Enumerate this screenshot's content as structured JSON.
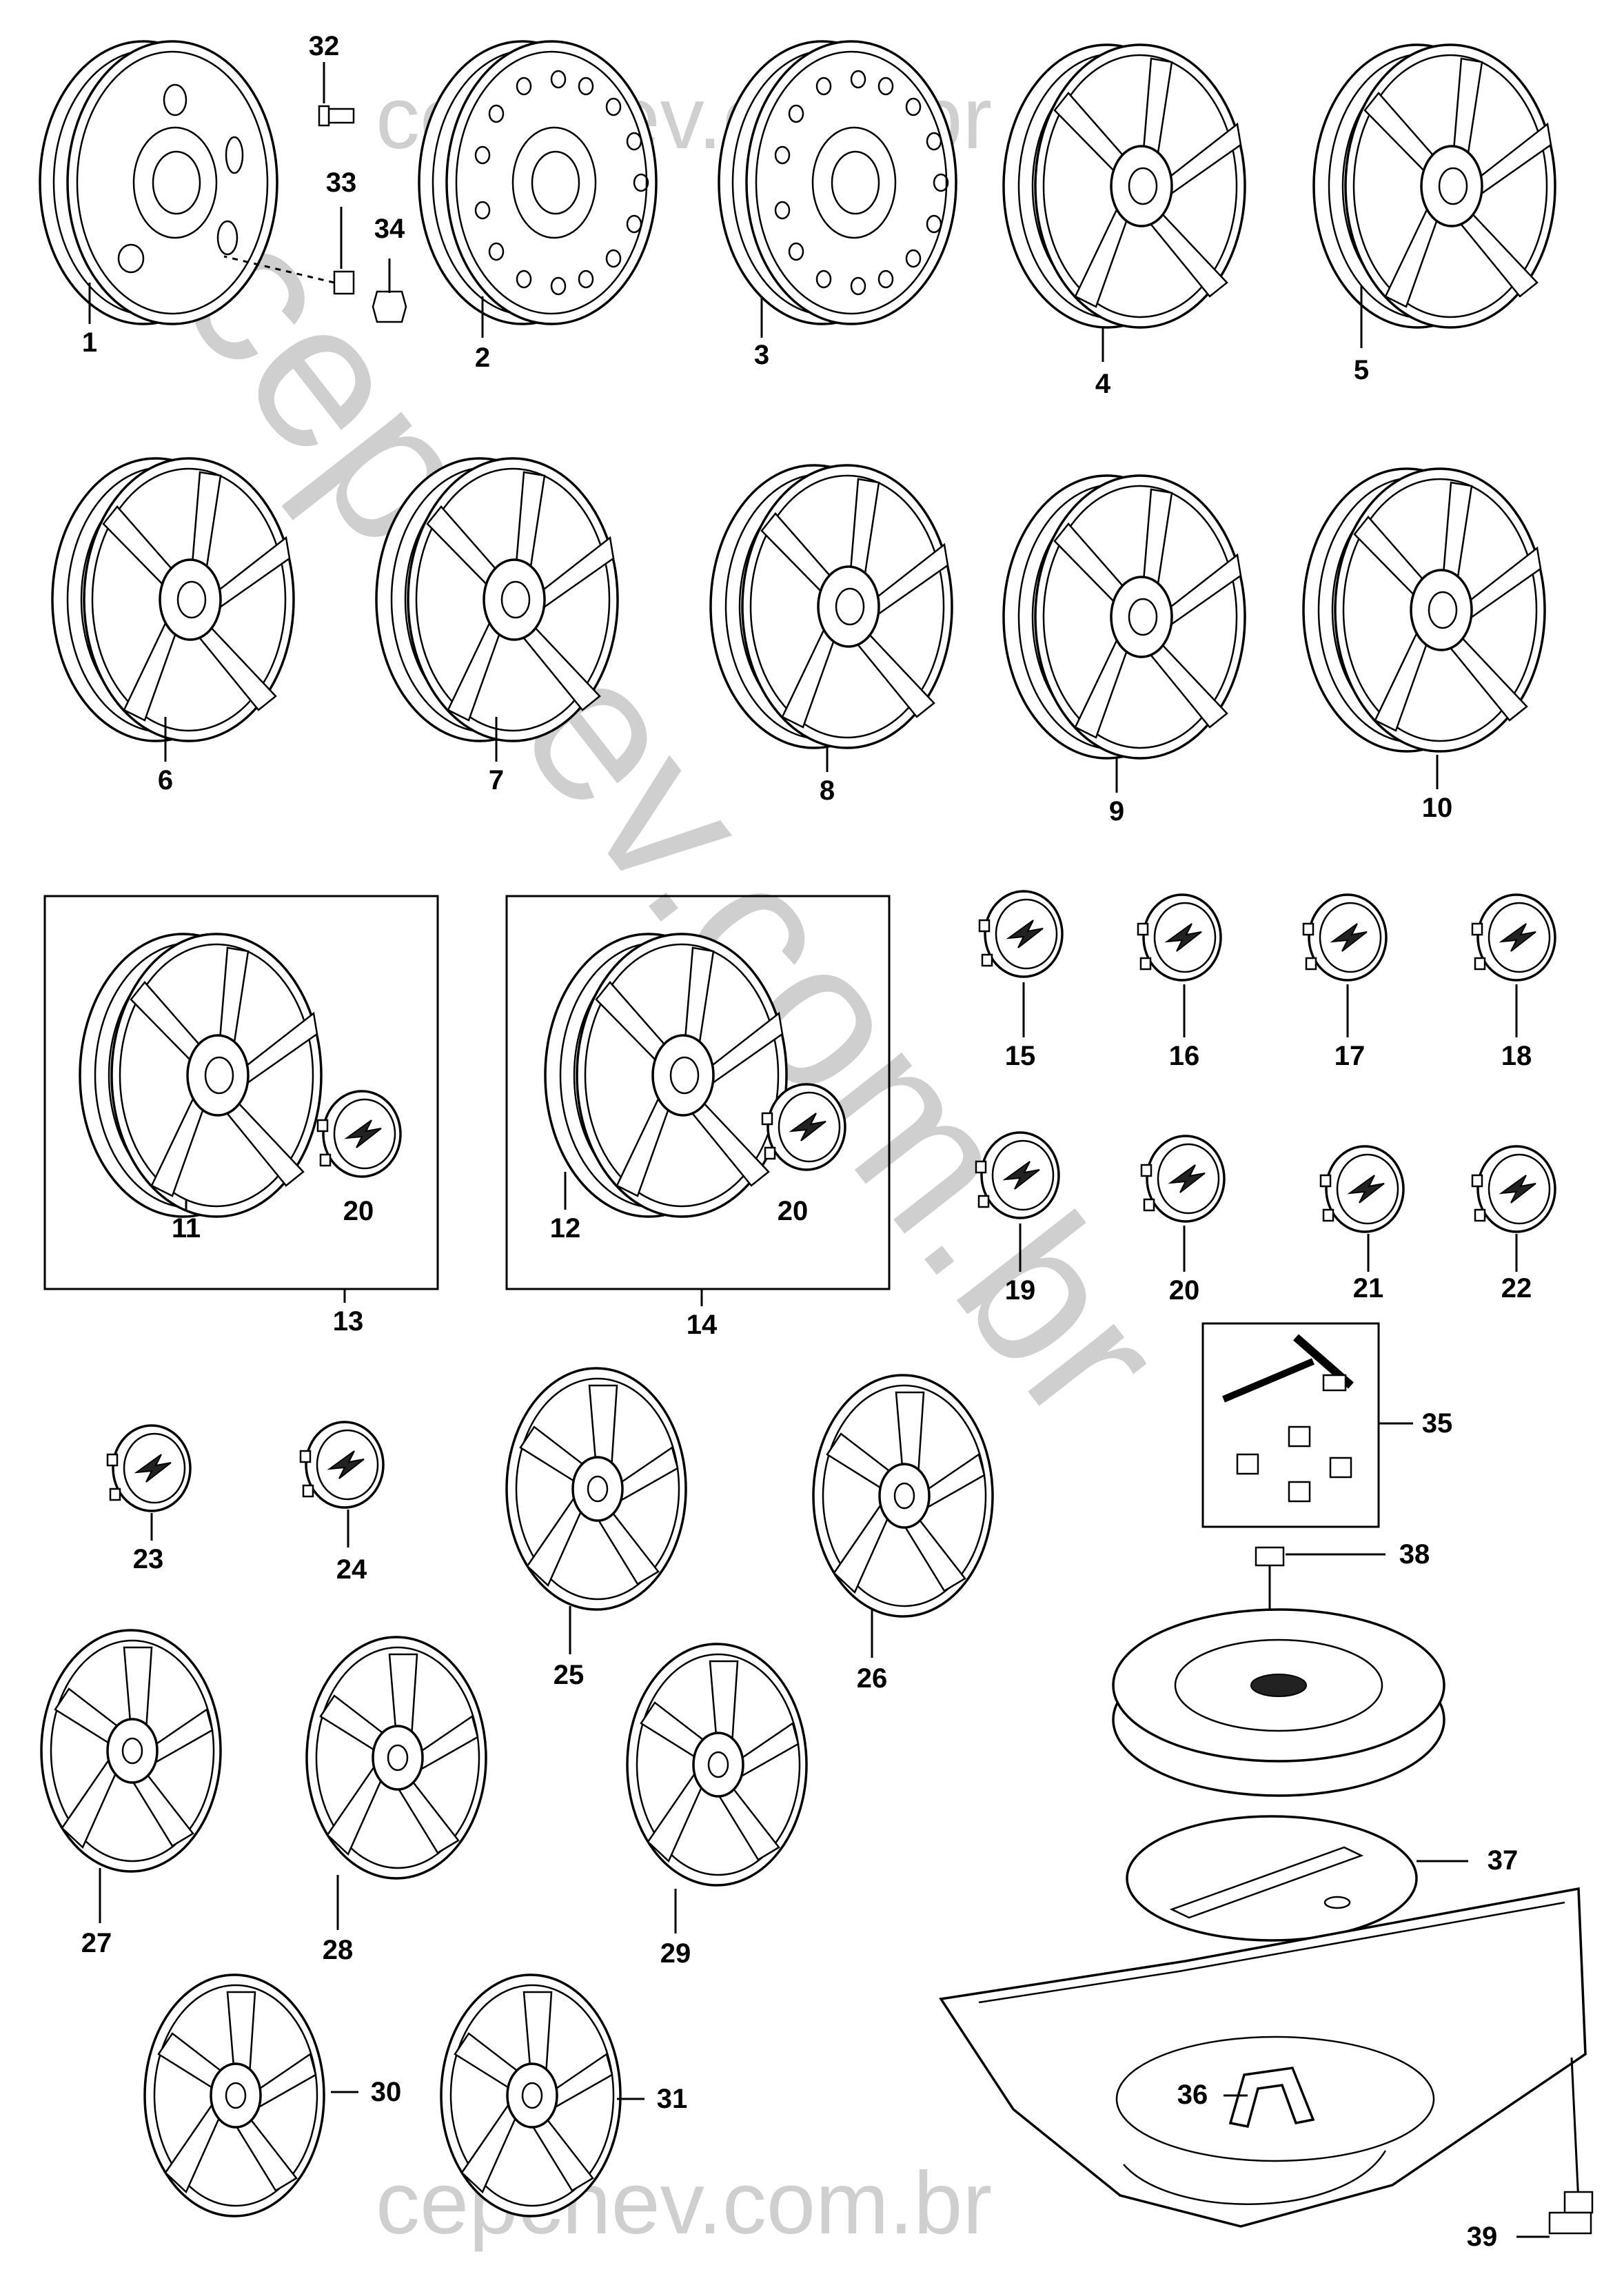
{
  "watermark": {
    "top": "cepchev.com.br",
    "diagonal": "cepchev.com.br",
    "bottom": "cepchev.com.br"
  },
  "callouts": {
    "n1": "1",
    "n2": "2",
    "n3": "3",
    "n4": "4",
    "n5": "5",
    "n6": "6",
    "n7": "7",
    "n8": "8",
    "n9": "9",
    "n10": "10",
    "n11": "11",
    "n12": "12",
    "n13": "13",
    "n14": "14",
    "n15": "15",
    "n16": "16",
    "n17": "17",
    "n18": "18",
    "n19": "19",
    "n20": "20",
    "n21": "21",
    "n22": "22",
    "n23": "23",
    "n24": "24",
    "n25": "25",
    "n26": "26",
    "n27": "27",
    "n28": "28",
    "n29": "29",
    "n30": "30",
    "n31": "31",
    "n32": "32",
    "n33": "33",
    "n34": "34",
    "n35": "35",
    "n36": "36",
    "n37": "37",
    "n38": "38",
    "n39": "39"
  }
}
